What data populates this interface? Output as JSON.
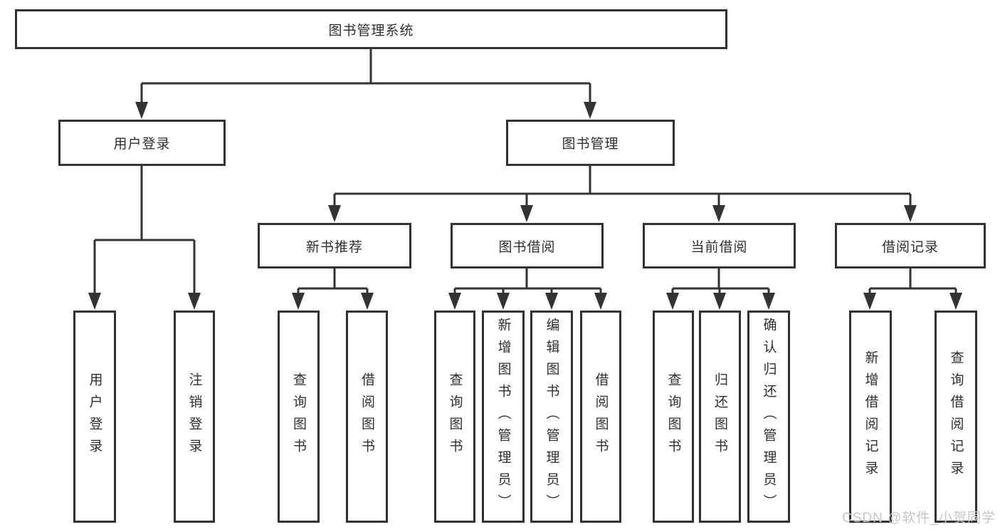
{
  "tree": {
    "label": "图书管理系统",
    "children": [
      {
        "label": "用户登录",
        "children": [
          {
            "label": "用户登录"
          },
          {
            "label": "注销登录"
          }
        ]
      },
      {
        "label": "图书管理",
        "children": [
          {
            "label": "新书推荐",
            "children": [
              {
                "label": "查询图书"
              },
              {
                "label": "借阅图书"
              }
            ]
          },
          {
            "label": "图书借阅",
            "children": [
              {
                "label": "查询图书"
              },
              {
                "label": "新增图书（管理员）"
              },
              {
                "label": "编辑图书（管理员）"
              },
              {
                "label": "借阅图书"
              }
            ]
          },
          {
            "label": "当前借阅",
            "children": [
              {
                "label": "查询图书"
              },
              {
                "label": "归还图书"
              },
              {
                "label": "确认归还（管理员）"
              }
            ]
          },
          {
            "label": "借阅记录",
            "children": [
              {
                "label": "新增借阅记录"
              },
              {
                "label": "查询借阅记录"
              }
            ]
          }
        ]
      }
    ]
  },
  "watermark": {
    "text": "CSDN @软件_小贺同学"
  },
  "colors": {
    "line": "#333333",
    "text": "#2f2f2f",
    "background": "#ffffff",
    "watermark": "#c4c6cb"
  }
}
